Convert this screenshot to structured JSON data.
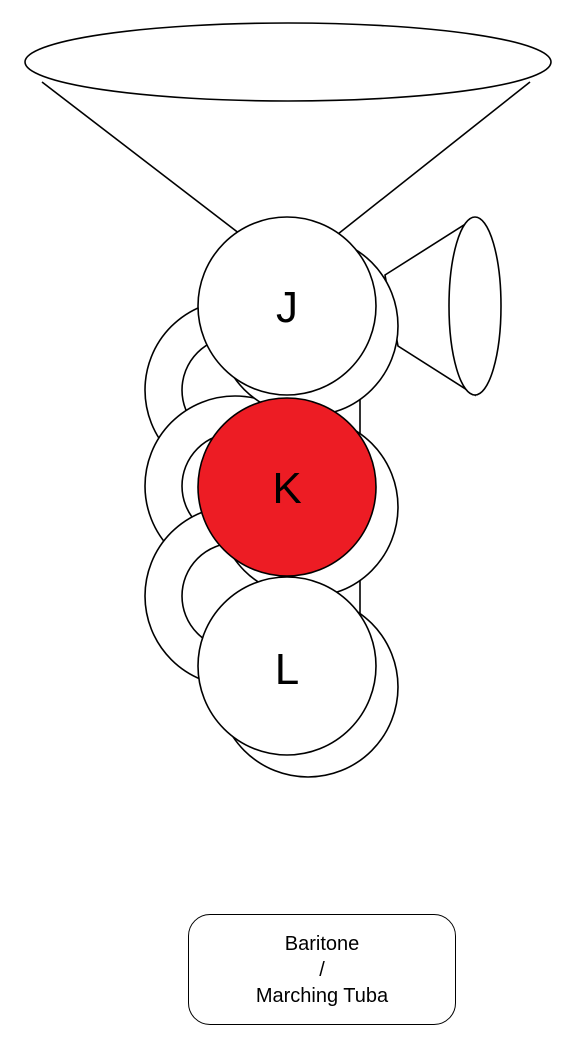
{
  "instrument": {
    "valves": [
      {
        "label": "J",
        "active": false
      },
      {
        "label": "K",
        "active": true
      },
      {
        "label": "L",
        "active": false
      }
    ]
  },
  "caption": {
    "line1": "Baritone",
    "line2": "/",
    "line3": "Marching Tuba"
  },
  "colors": {
    "active_valve": "#ed1c24",
    "inactive_valve": "#ffffff",
    "outline": "#000000"
  }
}
